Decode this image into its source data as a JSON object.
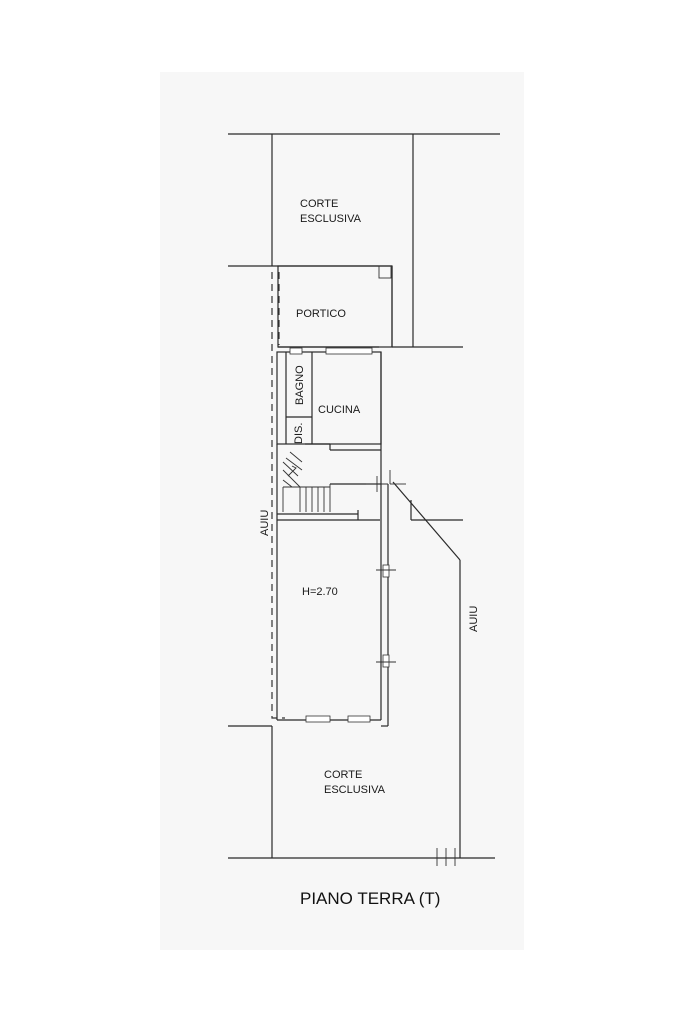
{
  "plan": {
    "title": "PIANO TERRA (T)",
    "rooms": {
      "corte_top_line1": "CORTE",
      "corte_top_line2": "ESCLUSIVA",
      "portico": "PORTICO",
      "bagno": "BAGNO",
      "dis": "DIS.",
      "cucina": "CUCINA",
      "height": "H=2.70",
      "corte_bottom_line1": "CORTE",
      "corte_bottom_line2": "ESCLUSIVA"
    },
    "neighbors": {
      "left": "AUIU",
      "right": "AUIU"
    }
  }
}
